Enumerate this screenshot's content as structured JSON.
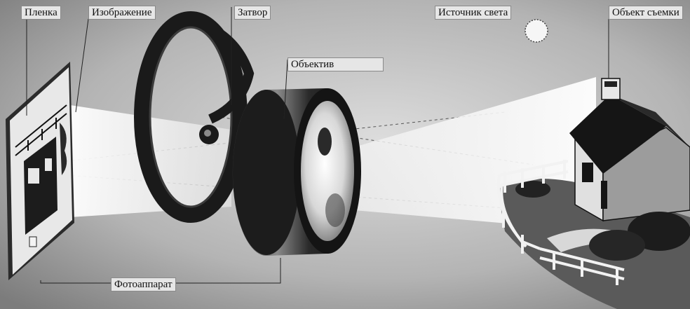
{
  "labels": {
    "film": "Пленка",
    "image": "Изображение",
    "shutter": "Затвор",
    "lens": "Объектив",
    "light_source": "Источник света",
    "subject": "Объект съемки",
    "camera": "Фотоаппарат"
  },
  "colors": {
    "background": "#9a9a9a",
    "light_beam": "#f7f7f7",
    "metal_dark": "#1e1e1e",
    "label_box": "#e6e6e6"
  }
}
